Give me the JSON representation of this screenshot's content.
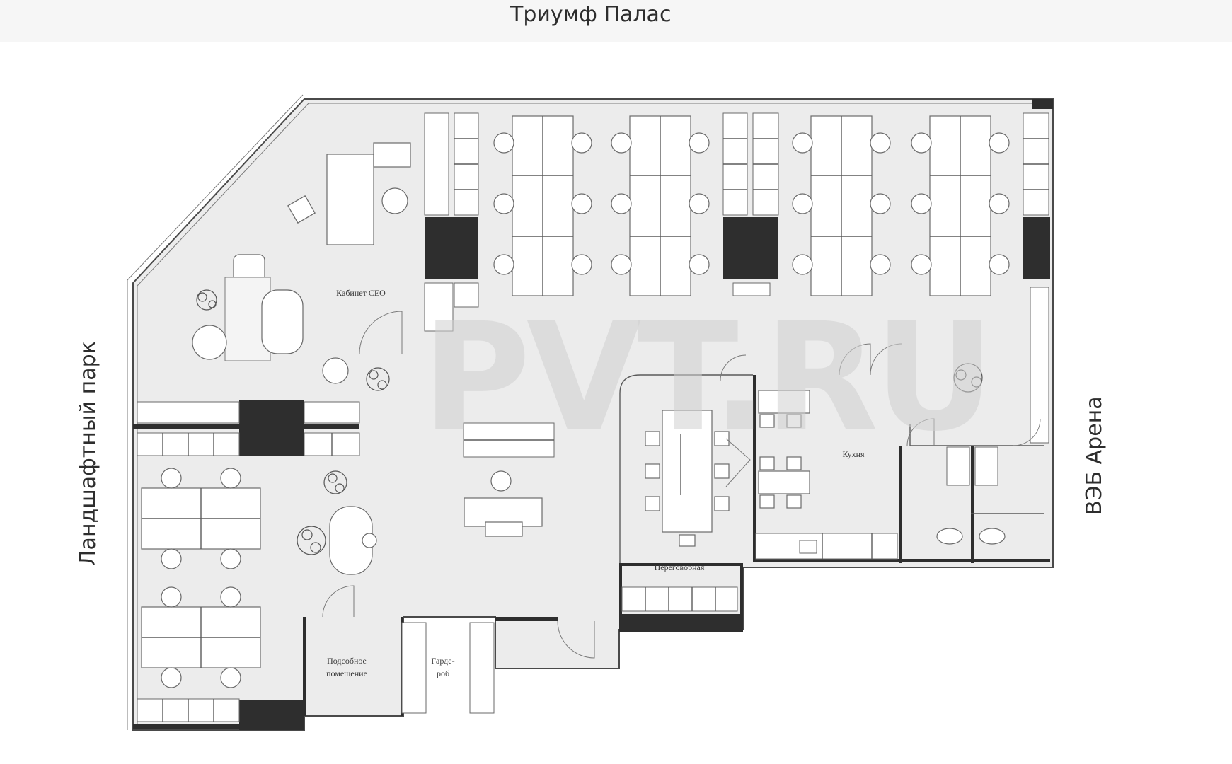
{
  "orientation": {
    "top": "Триумф Палас",
    "left": "Ландшафтный парк",
    "right": "ВЭБ Арена"
  },
  "rooms": {
    "ceo": "Кабинет CEO",
    "kitchen": "Кухня",
    "meeting": "Переговорная",
    "utility_line1": "Подсобное",
    "utility_line2": "помещение",
    "wardrobe_line1": "Гарде-",
    "wardrobe_line2": "роб"
  },
  "watermark": "PVT.RU",
  "colors": {
    "floor": "#ececec",
    "wall": "#2e2e2e",
    "outline": "#5a5a5a",
    "watermark": "#cfcfcf"
  }
}
